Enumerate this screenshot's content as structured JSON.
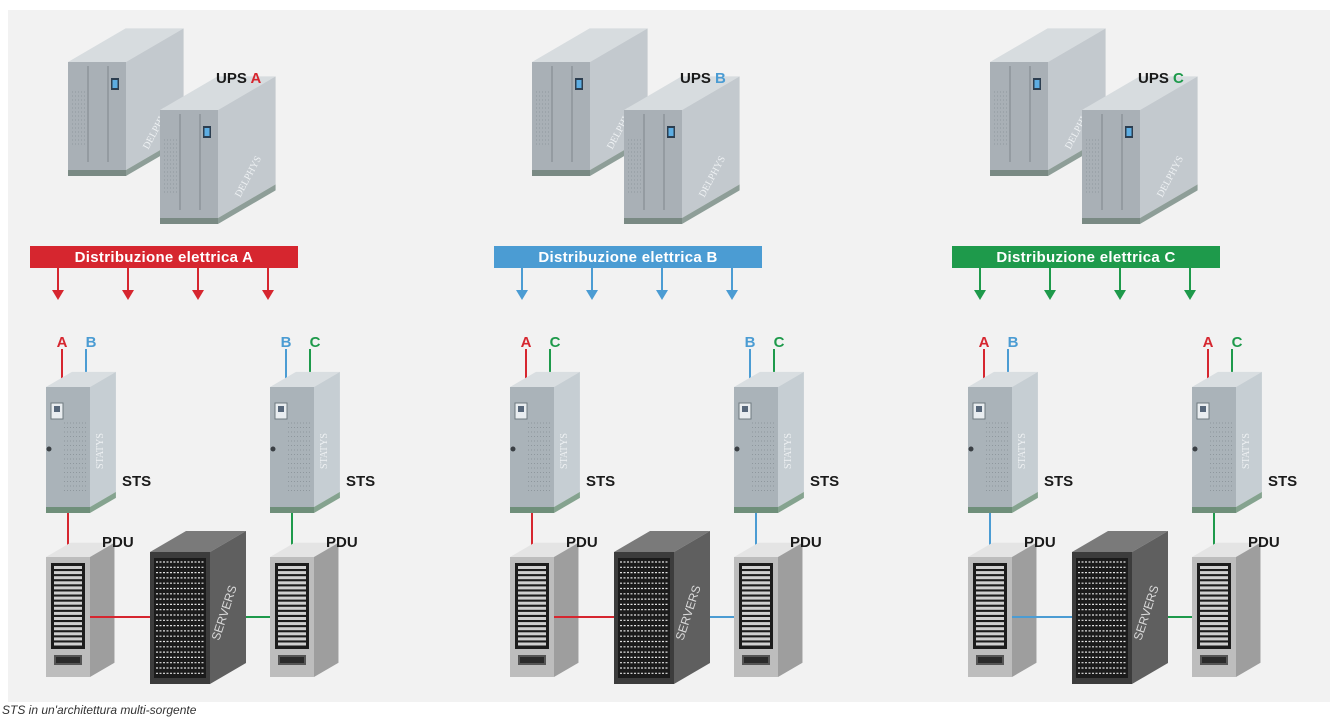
{
  "caption": "STS in un'architettura multi-sorgente",
  "colors": {
    "A": "#d6262f",
    "B": "#4b9cd3",
    "C": "#1e9a4b"
  },
  "ups_prefix": "UPS",
  "ups_brand": "DELPHYS",
  "sts_brand": "STATYS",
  "sts_label": "STS",
  "pdu_label": "PDU",
  "server_brand": "SERVERS",
  "columns": [
    {
      "source": "A",
      "bus_label": "Distribuzione elettrica A",
      "sts_units": [
        {
          "inputs": [
            "A",
            "B"
          ],
          "output": "A"
        },
        {
          "inputs": [
            "B",
            "C"
          ],
          "output": "C"
        }
      ]
    },
    {
      "source": "B",
      "bus_label": "Distribuzione elettrica B",
      "sts_units": [
        {
          "inputs": [
            "A",
            "C"
          ],
          "output": "A"
        },
        {
          "inputs": [
            "B",
            "C"
          ],
          "output": "B"
        }
      ]
    },
    {
      "source": "C",
      "bus_label": "Distribuzione elettrica C",
      "sts_units": [
        {
          "inputs": [
            "A",
            "B"
          ],
          "output": "B"
        },
        {
          "inputs": [
            "A",
            "C"
          ],
          "output": "C"
        }
      ]
    }
  ]
}
